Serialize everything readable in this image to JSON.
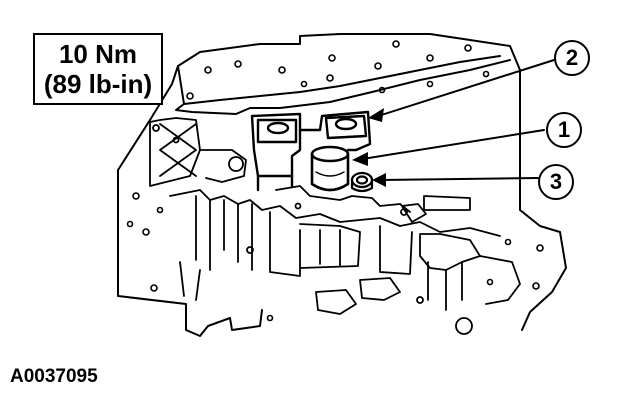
{
  "torque_spec": {
    "line1": "10 Nm",
    "line2": "(89 lb-in)"
  },
  "callouts": [
    {
      "number": "2"
    },
    {
      "number": "1"
    },
    {
      "number": "3"
    }
  ],
  "figure_id": "A0037095"
}
